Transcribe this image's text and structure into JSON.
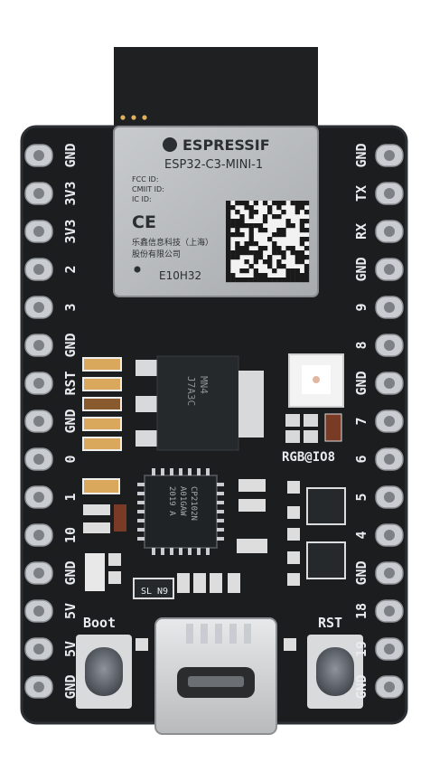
{
  "board": {
    "module": {
      "brand": "ESPRESSIF",
      "model": "ESP32-C3-MINI-1",
      "fcc": "FCC ID:",
      "cmiit": "CMIIT ID:",
      "ic": "IC ID:",
      "ce": "CE",
      "maker_line1": "乐鑫信息科技（上海）",
      "maker_line2": "股份有限公司",
      "lot": "E10H32"
    },
    "left_pins": [
      "GND",
      "3V3",
      "3V3",
      "2",
      "3",
      "GND",
      "RST",
      "GND",
      "0",
      "1",
      "10",
      "GND",
      "5V",
      "5V",
      "GND"
    ],
    "right_pins": [
      "GND",
      "TX",
      "RX",
      "GND",
      "9",
      "8",
      "GND",
      "7",
      "6",
      "5",
      "4",
      "GND",
      "18",
      "19",
      "GND"
    ],
    "labels": {
      "rgb": "RGB@IO8",
      "boot": "Boot",
      "rst": "RST",
      "regulator_line1": "MN4",
      "regulator_line2": "J7A3C",
      "usb_chip_line1": "CP2102N",
      "usb_chip_line2": "A01GAW",
      "usb_chip_line3": "2019 A",
      "diode": "SL",
      "diode2": "N9"
    },
    "colors": {
      "pcb": "#1b1d1f",
      "pin": "#c9ccd0",
      "module": "#b9bcbf",
      "silkscreen": "#e9ecef",
      "component": "#d9a85c"
    }
  }
}
